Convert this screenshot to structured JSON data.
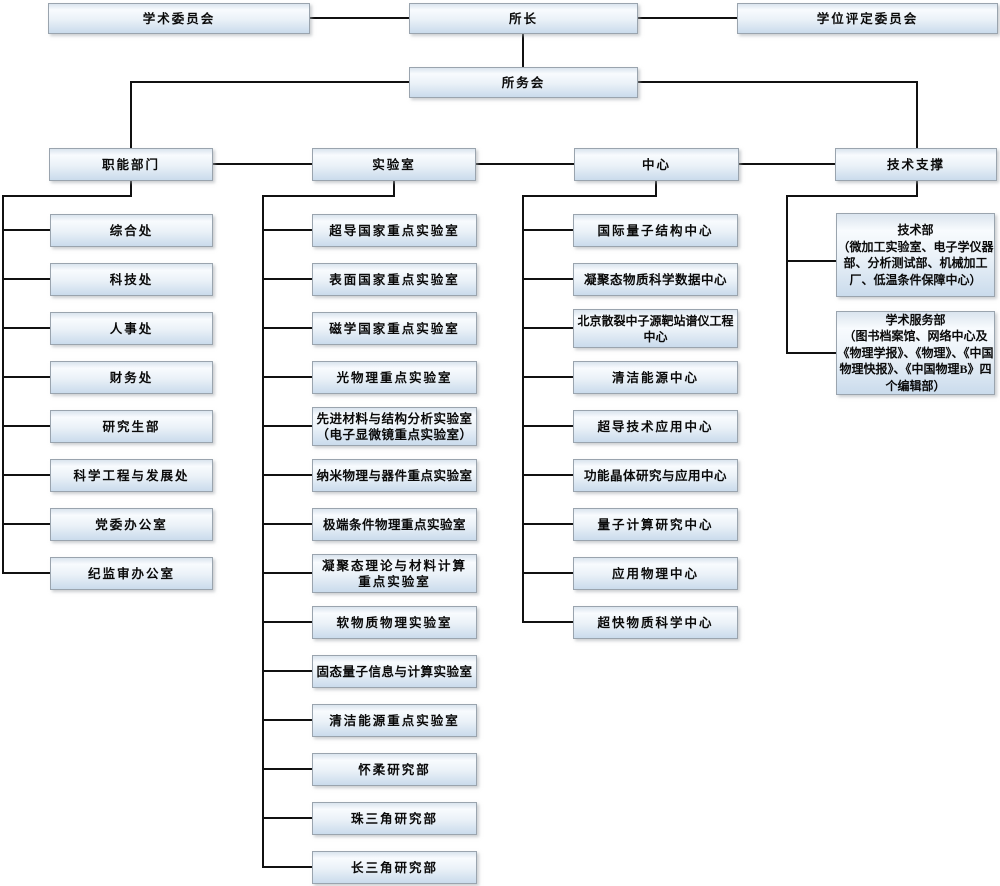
{
  "org": {
    "top_row": [
      "学术委员会",
      "所长",
      "学位评定委员会"
    ],
    "executive": "所务会",
    "branch_headers": [
      "职能部门",
      "实验室",
      "中心",
      "技术支撑"
    ],
    "functional_departments": [
      "综合处",
      "科技处",
      "人事处",
      "财务处",
      "研究生部",
      "科学工程与发展处",
      "党委办公室",
      "纪监审办公室"
    ],
    "laboratories": [
      "超导国家重点实验室",
      "表面国家重点实验室",
      "磁学国家重点实验室",
      "光物理重点实验室",
      "先进材料与结构分析实验室\n（电子显微镜重点实验室）",
      "纳米物理与器件重点实验室",
      "极端条件物理重点实验室",
      "凝聚态理论与材料计算\n重点实验室",
      "软物质物理实验室",
      "固态量子信息与计算实验室",
      "清洁能源重点实验室",
      "怀柔研究部",
      "珠三角研究部",
      "长三角研究部"
    ],
    "centers": [
      "国际量子结构中心",
      "凝聚态物质科学数据中心",
      "北京散裂中子源靶站谱仪工程\n中心",
      "清洁能源中心",
      "超导技术应用中心",
      "功能晶体研究与应用中心",
      "量子计算研究中心",
      "应用物理中心",
      "超快物质科学中心"
    ],
    "technical_support": [
      "技术部\n（微加工实验室、电子学仪器部、分析测试部、机械加工厂、低温条件保障中心）",
      "学术服务部\n（图书档案馆、网络中心及《物理学报》、《物理》、《中国物理快报》、《中国物理B》四个编辑部）"
    ],
    "colors": {
      "line": "#111111",
      "box_border": "#9aa4ae",
      "box_gradient_top": "#dae4ee",
      "box_gradient_bottom": "#cadbec",
      "text": "#0a0a0a",
      "background": "#ffffff"
    }
  }
}
